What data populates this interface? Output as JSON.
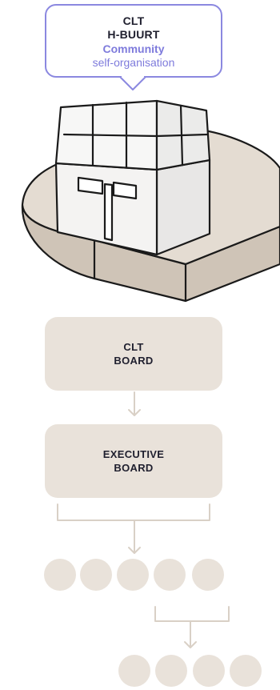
{
  "callout": {
    "line1": "CLT",
    "line2": "H-BUURT",
    "line3": "Community",
    "line4": "self-organisation"
  },
  "clt_board": {
    "line1": "CLT",
    "line2": "BOARD"
  },
  "executive_board": {
    "line1": "EXECUTIVE",
    "line2": "BOARD"
  },
  "colors": {
    "accent": "#8b88e0",
    "box_fill": "#e9e2da",
    "connector": "#d9d0c6",
    "circle": "#e9e2da"
  },
  "circles": {
    "row1_count": 5,
    "row2_count": 4
  }
}
